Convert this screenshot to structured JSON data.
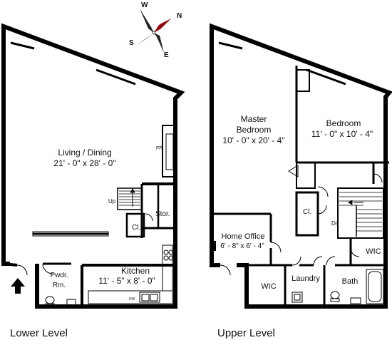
{
  "compass": {
    "n": "N",
    "e": "E",
    "s": "S",
    "w": "W"
  },
  "lower_level": {
    "title": "Lower Level",
    "living_name": "Living / Dining",
    "living_size": "21' - 0\" x 28' - 0\"",
    "fp": "FP",
    "up": "Up",
    "stor": "Stor.",
    "closet": "Cl.",
    "kitchen_name": "Kitchen",
    "kitchen_size": "11' - 5\" x 8' - 0\"",
    "dw": "DW",
    "pwdr_1": "Pwdr.",
    "pwdr_2": "Rm."
  },
  "upper_level": {
    "title": "Upper Level",
    "master_1": "Master",
    "master_2": "Bedroom",
    "master_size": "10' - 0\" x 20' - 4\"",
    "bedroom_name": "Bedroom",
    "bedroom_size": "11' - 0\" x 10' - 4\"",
    "closet": "Cl.",
    "dn": "Dn",
    "office_name": "Home Office",
    "office_size": "6' - 8\" x 6' - 4\"",
    "wic_left": "WIC",
    "laundry": "Laundry",
    "wic_right": "WIC",
    "bath": "Bath"
  }
}
